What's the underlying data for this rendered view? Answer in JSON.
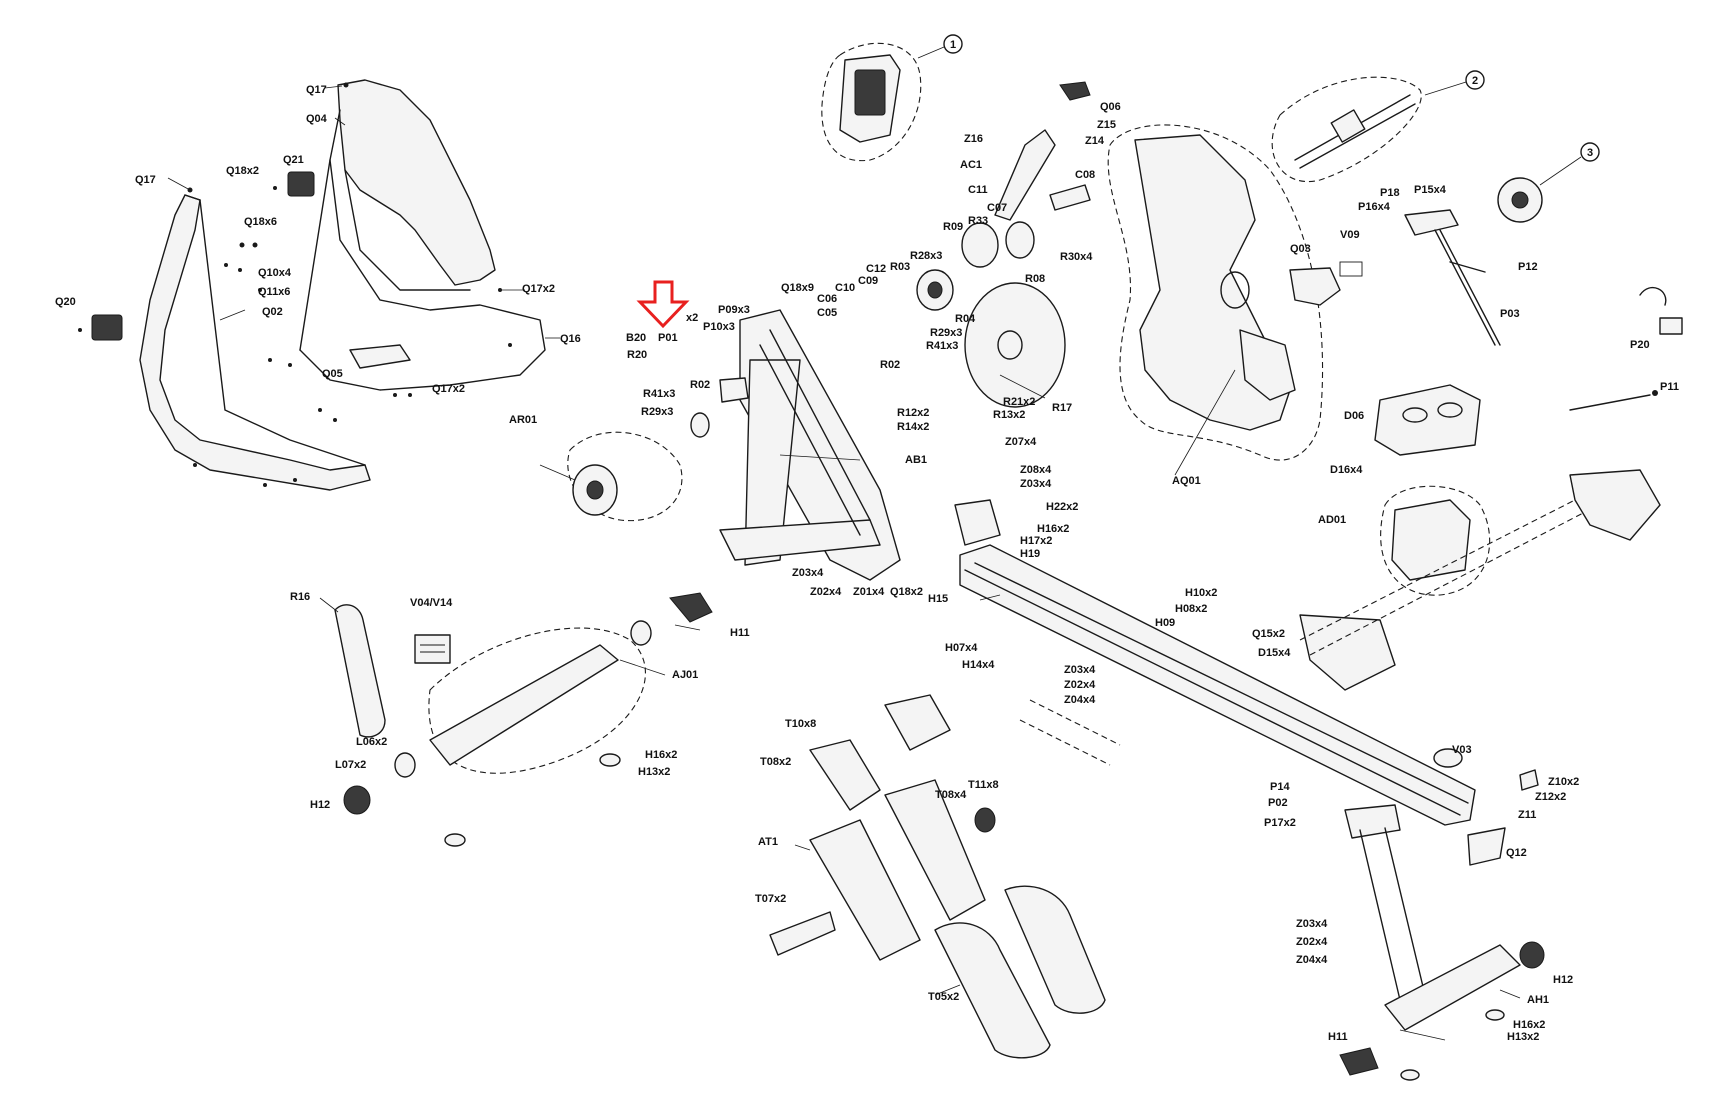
{
  "callout_numbers": [
    "1",
    "2",
    "3"
  ],
  "labels": {
    "Q17a": "Q17",
    "Q04": "Q04",
    "Q17b": "Q17",
    "Q18x2": "Q18x2",
    "Q21": "Q21",
    "Q18x6": "Q18x6",
    "Q10x4": "Q10x4",
    "Q11x6": "Q11x6",
    "Q20": "Q20",
    "Q02": "Q02",
    "Q17x2a": "Q17x2",
    "Q16": "Q16",
    "Q05": "Q05",
    "Q17x2b": "Q17x2",
    "B20": "B20",
    "P01": "P01",
    "x2": "x2",
    "R20": "R20",
    "P09x3": "P09x3",
    "P10x3": "P10x3",
    "Q18x9": "Q18x9",
    "C06": "C06",
    "C05": "C05",
    "C10": "C10",
    "C09": "C09",
    "C12": "C12",
    "R03": "R03",
    "R02a": "R02",
    "R41x3a": "R41x3",
    "R29x3a": "R29x3",
    "R02b": "R02",
    "AR01": "AR01",
    "R12x2": "R12x2",
    "R14x2": "R14x2",
    "AB1": "AB1",
    "Z16": "Z16",
    "AC1": "AC1",
    "C11": "C11",
    "R09": "R09",
    "R33": "R33",
    "C07": "C07",
    "C08": "C08",
    "R28x3": "R28x3",
    "R04": "R04",
    "R29x3b": "R29x3",
    "R41x3b": "R41x3",
    "R30x4": "R30x4",
    "R08": "R08",
    "R21x2": "R21x2",
    "R13x2": "R13x2",
    "R17": "R17",
    "Z07x4": "Z07x4",
    "Z08x4": "Z08x4",
    "Z03x4a": "Z03x4",
    "H22x2": "H22x2",
    "H16x2a": "H16x2",
    "H17x2": "H17x2",
    "H19": "H19",
    "Q06": "Q06",
    "Z15": "Z15",
    "Z14": "Z14",
    "Q03": "Q03",
    "V09": "V09",
    "AQ01": "AQ01",
    "P18": "P18",
    "P15x4": "P15x4",
    "P16x4": "P16x4",
    "P12": "P12",
    "P03": "P03",
    "P20": "P20",
    "P11": "P11",
    "D06": "D06",
    "D16x4": "D16x4",
    "AD01": "AD01",
    "Q15x2": "Q15x2",
    "D15x4": "D15x4",
    "Z03x4b": "Z03x4",
    "Z02x4a": "Z02x4",
    "Z01x4": "Z01x4",
    "Q18x2b": "Q18x2",
    "H15": "H15",
    "H10x2": "H10x2",
    "H08x2": "H08x2",
    "H09": "H09",
    "R16": "R16",
    "V04V14": "V04/V14",
    "H11a": "H11",
    "AJ01": "AJ01",
    "L06x2": "L06x2",
    "L07x2": "L07x2",
    "H12a": "H12",
    "H16x2b": "H16x2",
    "H13x2a": "H13x2",
    "H07x4": "H07x4",
    "H14x4": "H14x4",
    "Z03x4c": "Z03x4",
    "Z02x4b": "Z02x4",
    "Z04x4a": "Z04x4",
    "T10x8": "T10x8",
    "T08x2": "T08x2",
    "T09x4": "T08x4",
    "T11x8": "T11x8",
    "AT1": "AT1",
    "T07x2": "T07x2",
    "T05x2": "T05x2",
    "V03": "V03",
    "P14": "P14",
    "P02": "P02",
    "P17x2": "P17x2",
    "Z10x2": "Z10x2",
    "Z12x2": "Z12x2",
    "Z11": "Z11",
    "Q12": "Q12",
    "Z03x4d": "Z03x4",
    "Z02x4c": "Z02x4",
    "Z04x4b": "Z04x4",
    "H12b": "H12",
    "AH1": "AH1",
    "H16x2c": "H16x2",
    "H13x2b": "H13x2",
    "H11b": "H11"
  },
  "highlight_color": "#e8201f"
}
